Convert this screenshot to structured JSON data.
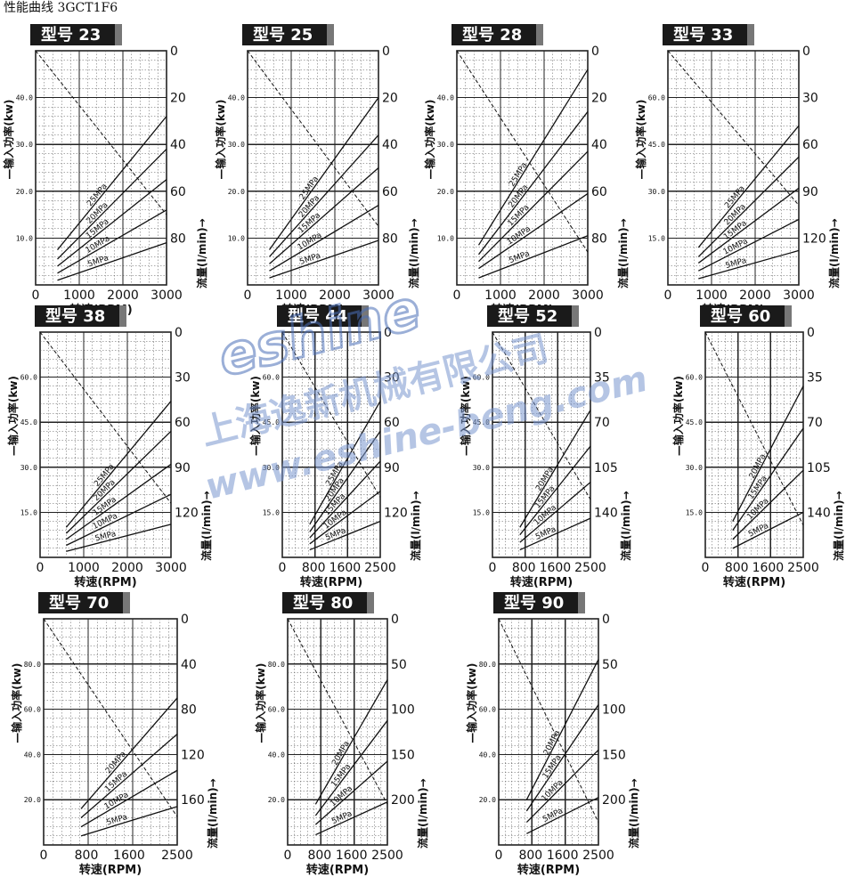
{
  "page": {
    "title": "性能曲线 3GCT1F6"
  },
  "watermark": {
    "line1": "eshine",
    "line2": "上海逸新机械有限公司",
    "line3": "www.eshine-beng.com",
    "color": "#4a6fb8"
  },
  "labels": {
    "model_prefix": "型号",
    "y_left": "—输入功率(kw)",
    "y_right": "流量(l/min)→",
    "x_axis": "转速(RPM)"
  },
  "colors": {
    "badge_bg": "#1a1a1a",
    "badge_text": "#ffffff",
    "line": "#111111",
    "grid": "#222222"
  },
  "chart_data": [
    {
      "type": "line",
      "model": "23",
      "x_ticks": [
        "0",
        "1000",
        "2000",
        "3000"
      ],
      "xlim": [
        0,
        3000
      ],
      "y_left_ticks": [
        "10.0",
        "20.0",
        "30.0",
        "40.0"
      ],
      "ylim_left": [
        0,
        50
      ],
      "y_right_ticks": [
        "0",
        "20",
        "40",
        "60",
        "80"
      ],
      "ylim_right": [
        0,
        100
      ],
      "flow": {
        "name": "",
        "x": [
          0,
          3000
        ],
        "y": [
          0,
          70
        ]
      },
      "series": [
        {
          "name": "25MPa",
          "x": [
            500,
            3000
          ],
          "y": [
            7.5,
            36
          ]
        },
        {
          "name": "20MPa",
          "x": [
            500,
            3000
          ],
          "y": [
            5.5,
            29
          ]
        },
        {
          "name": "15MPa",
          "x": [
            500,
            3000
          ],
          "y": [
            4,
            22.5
          ]
        },
        {
          "name": "10MPa",
          "x": [
            500,
            3000
          ],
          "y": [
            2.5,
            16
          ]
        },
        {
          "name": "5MPa",
          "x": [
            500,
            3000
          ],
          "y": [
            1,
            9
          ]
        }
      ]
    },
    {
      "type": "line",
      "model": "25",
      "x_ticks": [
        "0",
        "1000",
        "2000",
        "3000"
      ],
      "xlim": [
        0,
        3000
      ],
      "y_left_ticks": [
        "10.0",
        "20.0",
        "30.0",
        "40.0"
      ],
      "ylim_left": [
        0,
        50
      ],
      "y_right_ticks": [
        "0",
        "20",
        "40",
        "60",
        "80"
      ],
      "ylim_right": [
        0,
        100
      ],
      "flow": {
        "name": "",
        "x": [
          0,
          3000
        ],
        "y": [
          0,
          75
        ]
      },
      "series": [
        {
          "name": "25MPa",
          "x": [
            500,
            3000
          ],
          "y": [
            7.5,
            40
          ]
        },
        {
          "name": "20MPa",
          "x": [
            500,
            3000
          ],
          "y": [
            6,
            32
          ]
        },
        {
          "name": "15MPa",
          "x": [
            500,
            3000
          ],
          "y": [
            4.5,
            25
          ]
        },
        {
          "name": "10MPa",
          "x": [
            500,
            3000
          ],
          "y": [
            3,
            17
          ]
        },
        {
          "name": "5MPa",
          "x": [
            500,
            3000
          ],
          "y": [
            1.5,
            9.5
          ]
        }
      ]
    },
    {
      "type": "line",
      "model": "28",
      "x_ticks": [
        "0",
        "1000",
        "2000",
        "3000"
      ],
      "xlim": [
        0,
        3000
      ],
      "y_left_ticks": [
        "10.0",
        "20.0",
        "30.0",
        "40.0"
      ],
      "ylim_left": [
        0,
        50
      ],
      "y_right_ticks": [
        "0",
        "20",
        "40",
        "60",
        "80"
      ],
      "ylim_right": [
        0,
        100
      ],
      "flow": {
        "name": "",
        "x": [
          0,
          3000
        ],
        "y": [
          0,
          86
        ]
      },
      "series": [
        {
          "name": "25MPa",
          "x": [
            500,
            3000
          ],
          "y": [
            8.5,
            46
          ]
        },
        {
          "name": "20MPa",
          "x": [
            500,
            3000
          ],
          "y": [
            6.5,
            37
          ]
        },
        {
          "name": "15MPa",
          "x": [
            500,
            3000
          ],
          "y": [
            5,
            28.5
          ]
        },
        {
          "name": "10MPa",
          "x": [
            500,
            3000
          ],
          "y": [
            3.5,
            19.5
          ]
        },
        {
          "name": "5MPa",
          "x": [
            500,
            3000
          ],
          "y": [
            1.5,
            10.5
          ]
        }
      ]
    },
    {
      "type": "line",
      "model": "33",
      "x_ticks": [
        "0",
        "1000",
        "2000",
        "3000"
      ],
      "xlim": [
        0,
        3000
      ],
      "y_left_ticks": [
        "15.0",
        "30.0",
        "45.0",
        "60.0"
      ],
      "ylim_left": [
        0,
        75
      ],
      "y_right_ticks": [
        "0",
        "30",
        "60",
        "90",
        "120"
      ],
      "ylim_right": [
        0,
        150
      ],
      "flow": {
        "name": "",
        "x": [
          0,
          3000
        ],
        "y": [
          0,
          99
        ]
      },
      "series": [
        {
          "name": "25MPa",
          "x": [
            700,
            3000
          ],
          "y": [
            12,
            51
          ]
        },
        {
          "name": "20MPa",
          "x": [
            700,
            3000
          ],
          "y": [
            9,
            41
          ]
        },
        {
          "name": "15MPa",
          "x": [
            700,
            3000
          ],
          "y": [
            7,
            31
          ]
        },
        {
          "name": "10MPa",
          "x": [
            700,
            3000
          ],
          "y": [
            4.5,
            21
          ]
        },
        {
          "name": "5MPa",
          "x": [
            700,
            3000
          ],
          "y": [
            2,
            11
          ]
        }
      ]
    },
    {
      "type": "line",
      "model": "38",
      "x_ticks": [
        "0",
        "1000",
        "2000",
        "3000"
      ],
      "xlim": [
        0,
        3000
      ],
      "y_left_ticks": [
        "15.0",
        "30.0",
        "45.0",
        "60.0"
      ],
      "ylim_left": [
        0,
        75
      ],
      "y_right_ticks": [
        "0",
        "30",
        "60",
        "90",
        "120"
      ],
      "ylim_right": [
        0,
        150
      ],
      "flow": {
        "name": "",
        "x": [
          0,
          3000
        ],
        "y": [
          0,
          114
        ]
      },
      "series": [
        {
          "name": "25MPa",
          "x": [
            600,
            3000
          ],
          "y": [
            10,
            52
          ]
        },
        {
          "name": "20MPa",
          "x": [
            600,
            3000
          ],
          "y": [
            8,
            42
          ]
        },
        {
          "name": "15MPa",
          "x": [
            600,
            3000
          ],
          "y": [
            6,
            31
          ]
        },
        {
          "name": "10MPa",
          "x": [
            600,
            3000
          ],
          "y": [
            4,
            21
          ]
        },
        {
          "name": "5MPa",
          "x": [
            600,
            3000
          ],
          "y": [
            2,
            11
          ]
        }
      ]
    },
    {
      "type": "line",
      "model": "44",
      "x_ticks": [
        "0",
        "800",
        "1600",
        "2500"
      ],
      "xlim": [
        0,
        2500
      ],
      "y_left_ticks": [
        "15.0",
        "30.0",
        "45.0",
        "60.0"
      ],
      "ylim_left": [
        0,
        75
      ],
      "y_right_ticks": [
        "0",
        "30",
        "60",
        "90",
        "120"
      ],
      "ylim_right": [
        0,
        150
      ],
      "flow": {
        "name": "",
        "x": [
          0,
          2500
        ],
        "y": [
          0,
          110
        ]
      },
      "series": [
        {
          "name": "25MPa",
          "x": [
            700,
            2500
          ],
          "y": [
            11,
            52
          ]
        },
        {
          "name": "20MPa",
          "x": [
            700,
            2500
          ],
          "y": [
            8.5,
            42
          ]
        },
        {
          "name": "15MPa",
          "x": [
            700,
            2500
          ],
          "y": [
            6.5,
            32
          ]
        },
        {
          "name": "10MPa",
          "x": [
            700,
            2500
          ],
          "y": [
            4.5,
            22
          ]
        },
        {
          "name": "5MPa",
          "x": [
            700,
            2500
          ],
          "y": [
            2.5,
            12
          ]
        }
      ]
    },
    {
      "type": "line",
      "model": "52",
      "x_ticks": [
        "0",
        "800",
        "1600",
        "2500"
      ],
      "xlim": [
        0,
        2500
      ],
      "y_left_ticks": [
        "15.0",
        "30.0",
        "45.0",
        "60.0"
      ],
      "ylim_left": [
        0,
        75
      ],
      "y_right_ticks": [
        "0",
        "35",
        "70",
        "105",
        "140"
      ],
      "ylim_right": [
        0,
        175
      ],
      "flow": {
        "name": "",
        "x": [
          0,
          2500
        ],
        "y": [
          0,
          130
        ]
      },
      "series": [
        {
          "name": "20MPa",
          "x": [
            700,
            2500
          ],
          "y": [
            10,
            49
          ]
        },
        {
          "name": "15MPa",
          "x": [
            700,
            2500
          ],
          "y": [
            7.5,
            37
          ]
        },
        {
          "name": "10MPa",
          "x": [
            700,
            2500
          ],
          "y": [
            5,
            25
          ]
        },
        {
          "name": "5MPa",
          "x": [
            700,
            2500
          ],
          "y": [
            2.5,
            13
          ]
        }
      ]
    },
    {
      "type": "line",
      "model": "60",
      "x_ticks": [
        "0",
        "800",
        "1600",
        "2500"
      ],
      "xlim": [
        0,
        2500
      ],
      "y_left_ticks": [
        "15.0",
        "30.0",
        "45.0",
        "60.0"
      ],
      "ylim_left": [
        0,
        75
      ],
      "y_right_ticks": [
        "0",
        "35",
        "70",
        "105",
        "140"
      ],
      "ylim_right": [
        0,
        175
      ],
      "flow": {
        "name": "",
        "x": [
          0,
          2500
        ],
        "y": [
          0,
          150
        ]
      },
      "series": [
        {
          "name": "20MPa",
          "x": [
            700,
            2500
          ],
          "y": [
            12,
            57
          ]
        },
        {
          "name": "15MPa",
          "x": [
            700,
            2500
          ],
          "y": [
            9,
            43
          ]
        },
        {
          "name": "10MPa",
          "x": [
            700,
            2500
          ],
          "y": [
            6,
            29
          ]
        },
        {
          "name": "5MPa",
          "x": [
            700,
            2500
          ],
          "y": [
            3,
            15
          ]
        }
      ]
    },
    {
      "type": "line",
      "model": "70",
      "x_ticks": [
        "0",
        "800",
        "1600",
        "2500"
      ],
      "xlim": [
        0,
        2500
      ],
      "y_left_ticks": [
        "20.0",
        "40.0",
        "60.0",
        "80.0"
      ],
      "ylim_left": [
        0,
        100
      ],
      "y_right_ticks": [
        "0",
        "40",
        "80",
        "120",
        "160"
      ],
      "ylim_right": [
        0,
        200
      ],
      "flow": {
        "name": "",
        "x": [
          0,
          2500
        ],
        "y": [
          0,
          175
        ]
      },
      "series": [
        {
          "name": "20MPa",
          "x": [
            700,
            2500
          ],
          "y": [
            16,
            65
          ]
        },
        {
          "name": "15MPa",
          "x": [
            700,
            2500
          ],
          "y": [
            12,
            49
          ]
        },
        {
          "name": "10MPa",
          "x": [
            700,
            2500
          ],
          "y": [
            8,
            33
          ]
        },
        {
          "name": "5MPa",
          "x": [
            700,
            2500
          ],
          "y": [
            4,
            17
          ]
        }
      ]
    },
    {
      "type": "line",
      "model": "80",
      "x_ticks": [
        "0",
        "800",
        "1600",
        "2500"
      ],
      "xlim": [
        0,
        2500
      ],
      "y_left_ticks": [
        "20.0",
        "40.0",
        "60.0",
        "80.0"
      ],
      "ylim_left": [
        0,
        100
      ],
      "y_right_ticks": [
        "0",
        "50",
        "100",
        "150",
        "200"
      ],
      "ylim_right": [
        0,
        250
      ],
      "flow": {
        "name": "",
        "x": [
          0,
          2500
        ],
        "y": [
          0,
          205
        ]
      },
      "series": [
        {
          "name": "20MPa",
          "x": [
            700,
            2500
          ],
          "y": [
            18,
            73
          ]
        },
        {
          "name": "15MPa",
          "x": [
            700,
            2500
          ],
          "y": [
            13,
            55
          ]
        },
        {
          "name": "10MPa",
          "x": [
            700,
            2500
          ],
          "y": [
            9,
            37
          ]
        },
        {
          "name": "5MPa",
          "x": [
            700,
            2500
          ],
          "y": [
            4.5,
            19
          ]
        }
      ]
    },
    {
      "type": "line",
      "model": "90",
      "x_ticks": [
        "0",
        "800",
        "1600",
        "2500"
      ],
      "xlim": [
        0,
        2500
      ],
      "y_left_ticks": [
        "20.0",
        "40.0",
        "60.0",
        "80.0"
      ],
      "ylim_left": [
        0,
        100
      ],
      "y_right_ticks": [
        "0",
        "50",
        "100",
        "150",
        "200"
      ],
      "ylim_right": [
        0,
        250
      ],
      "flow": {
        "name": "",
        "x": [
          0,
          2500
        ],
        "y": [
          0,
          225
        ]
      },
      "series": [
        {
          "name": "20MPa",
          "x": [
            700,
            2500
          ],
          "y": [
            20,
            82
          ]
        },
        {
          "name": "15MPa",
          "x": [
            700,
            2500
          ],
          "y": [
            15,
            62
          ]
        },
        {
          "name": "10MPa",
          "x": [
            700,
            2500
          ],
          "y": [
            10,
            42
          ]
        },
        {
          "name": "5MPa",
          "x": [
            700,
            2500
          ],
          "y": [
            5,
            21
          ]
        }
      ]
    }
  ]
}
